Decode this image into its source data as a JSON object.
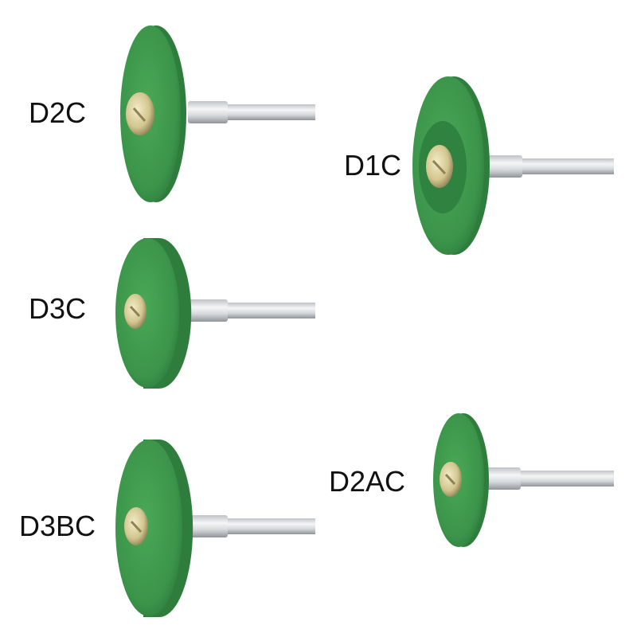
{
  "labels": {
    "d2c": "D2C",
    "d1c": "D1C",
    "d3c": "D3C",
    "d2ac": "D2AC",
    "d3bc": "D3BC"
  },
  "colors": {
    "wheel_green": "#3f9a4e",
    "wheel_green_dark": "#2f7d3c",
    "wheel_green_light": "#55b061",
    "shank_silver": "#dcdfe2",
    "shank_shadow": "#9ea3a8",
    "hub_gold": "#d8cfa0",
    "hub_shadow": "#8e8256"
  }
}
